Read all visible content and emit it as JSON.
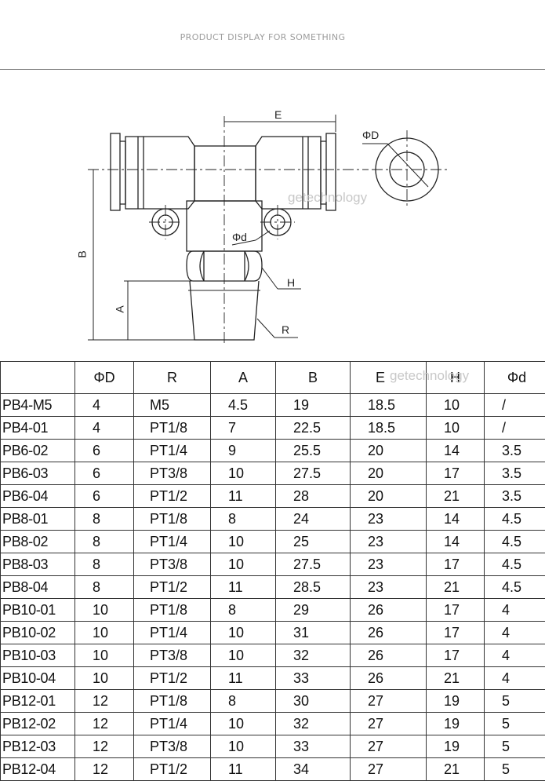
{
  "header": {
    "title": "PRODUCT DISPLAY FOR SOMETHING"
  },
  "drawing": {
    "labels": {
      "E": "E",
      "phiD": "ΦD",
      "phid": "Φd",
      "B": "B",
      "A": "A",
      "H": "H",
      "R": "R"
    },
    "watermark": "getechnology"
  },
  "table": {
    "watermark": "getechnology",
    "columns": [
      "",
      "ΦD",
      "R",
      "A",
      "B",
      "E",
      "H",
      "Φd"
    ],
    "rows": [
      [
        "PB4-M5",
        "4",
        "M5",
        "4.5",
        "19",
        "18.5",
        "10",
        "/"
      ],
      [
        "PB4-01",
        "4",
        "PT1/8",
        "7",
        "22.5",
        "18.5",
        "10",
        "/"
      ],
      [
        "PB6-02",
        "6",
        "PT1/4",
        "9",
        "25.5",
        "20",
        "14",
        "3.5"
      ],
      [
        "PB6-03",
        "6",
        "PT3/8",
        "10",
        "27.5",
        "20",
        "17",
        "3.5"
      ],
      [
        "PB6-04",
        "6",
        "PT1/2",
        "11",
        "28",
        "20",
        "21",
        "3.5"
      ],
      [
        "PB8-01",
        "8",
        "PT1/8",
        "8",
        "24",
        "23",
        "14",
        "4.5"
      ],
      [
        "PB8-02",
        "8",
        "PT1/4",
        "10",
        "25",
        "23",
        "14",
        "4.5"
      ],
      [
        "PB8-03",
        "8",
        "PT3/8",
        "10",
        "27.5",
        "23",
        "17",
        "4.5"
      ],
      [
        "PB8-04",
        "8",
        "PT1/2",
        "11",
        "28.5",
        "23",
        "21",
        "4.5"
      ],
      [
        "PB10-01",
        "10",
        "PT1/8",
        "8",
        "29",
        "26",
        "17",
        "4"
      ],
      [
        "PB10-02",
        "10",
        "PT1/4",
        "10",
        "31",
        "26",
        "17",
        "4"
      ],
      [
        "PB10-03",
        "10",
        "PT3/8",
        "10",
        "32",
        "26",
        "17",
        "4"
      ],
      [
        "PB10-04",
        "10",
        "PT1/2",
        "11",
        "33",
        "26",
        "21",
        "4"
      ],
      [
        "PB12-01",
        "12",
        "PT1/8",
        "8",
        "30",
        "27",
        "19",
        "5"
      ],
      [
        "PB12-02",
        "12",
        "PT1/4",
        "10",
        "32",
        "27",
        "19",
        "5"
      ],
      [
        "PB12-03",
        "12",
        "PT3/8",
        "10",
        "33",
        "27",
        "19",
        "5"
      ],
      [
        "PB12-04",
        "12",
        "PT1/2",
        "11",
        "34",
        "27",
        "21",
        "5"
      ]
    ]
  }
}
